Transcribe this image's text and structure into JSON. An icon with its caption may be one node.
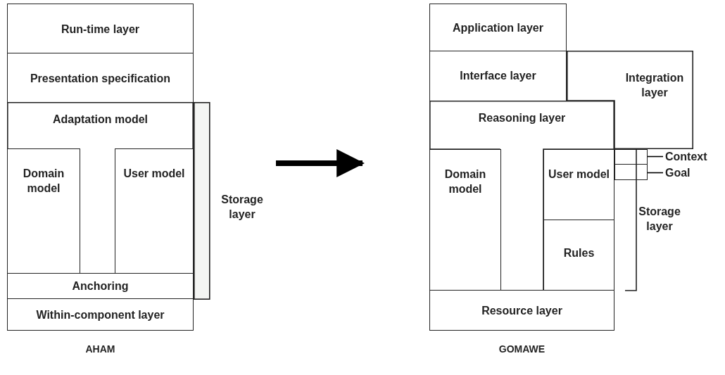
{
  "diagram": {
    "nodes": [
      {
        "text": [
          "AHAM"
        ]
      },
      {
        "text": [
          "Run-time layer"
        ],
        "in": 0
      },
      {
        "text": [
          "Presentation specification"
        ],
        "in": 0
      },
      {
        "text": [
          "Adaptation model"
        ],
        "in": 0
      },
      {
        "text": [
          "Domain model"
        ],
        "in": 0
      },
      {
        "text": [
          "User model"
        ],
        "in": 0
      },
      {
        "text": [
          "Anchoring"
        ],
        "in": 0
      },
      {
        "text": [
          "Within-component layer"
        ],
        "in": 0
      },
      {
        "text": [
          "Storage layer"
        ],
        "in": 0
      },
      {
        "text": [
          "GOMAWE"
        ]
      },
      {
        "text": [
          "Application layer"
        ],
        "in": 9
      },
      {
        "text": [
          "Interface layer"
        ],
        "in": 9
      },
      {
        "text": [
          "Integration layer"
        ],
        "in": 9
      },
      {
        "text": [
          "Reasoning layer"
        ],
        "in": 9
      },
      {
        "text": [
          "Domain model"
        ],
        "in": 9
      },
      {
        "text": [
          "User model"
        ],
        "in": 9
      },
      {
        "text": [
          "Rules"
        ],
        "in": 9
      },
      {
        "text": [
          "Resource layer"
        ],
        "in": 9
      },
      {
        "text": [],
        "shape": "box",
        "in": 9
      },
      {
        "text": [],
        "shape": "box",
        "in": 9
      },
      {
        "text": [
          "Context"
        ],
        "in": 9
      },
      {
        "text": [
          "Goal"
        ],
        "in": 9
      },
      {
        "text": [
          "Storage layer"
        ],
        "in": 9
      }
    ],
    "edges": [
      {
        "from": 0,
        "to": 9,
        "arrow": "to",
        "style": "thick"
      },
      {
        "from": 20,
        "to": 18,
        "arrow": "none"
      },
      {
        "from": 21,
        "to": 19,
        "arrow": "none"
      }
    ]
  }
}
